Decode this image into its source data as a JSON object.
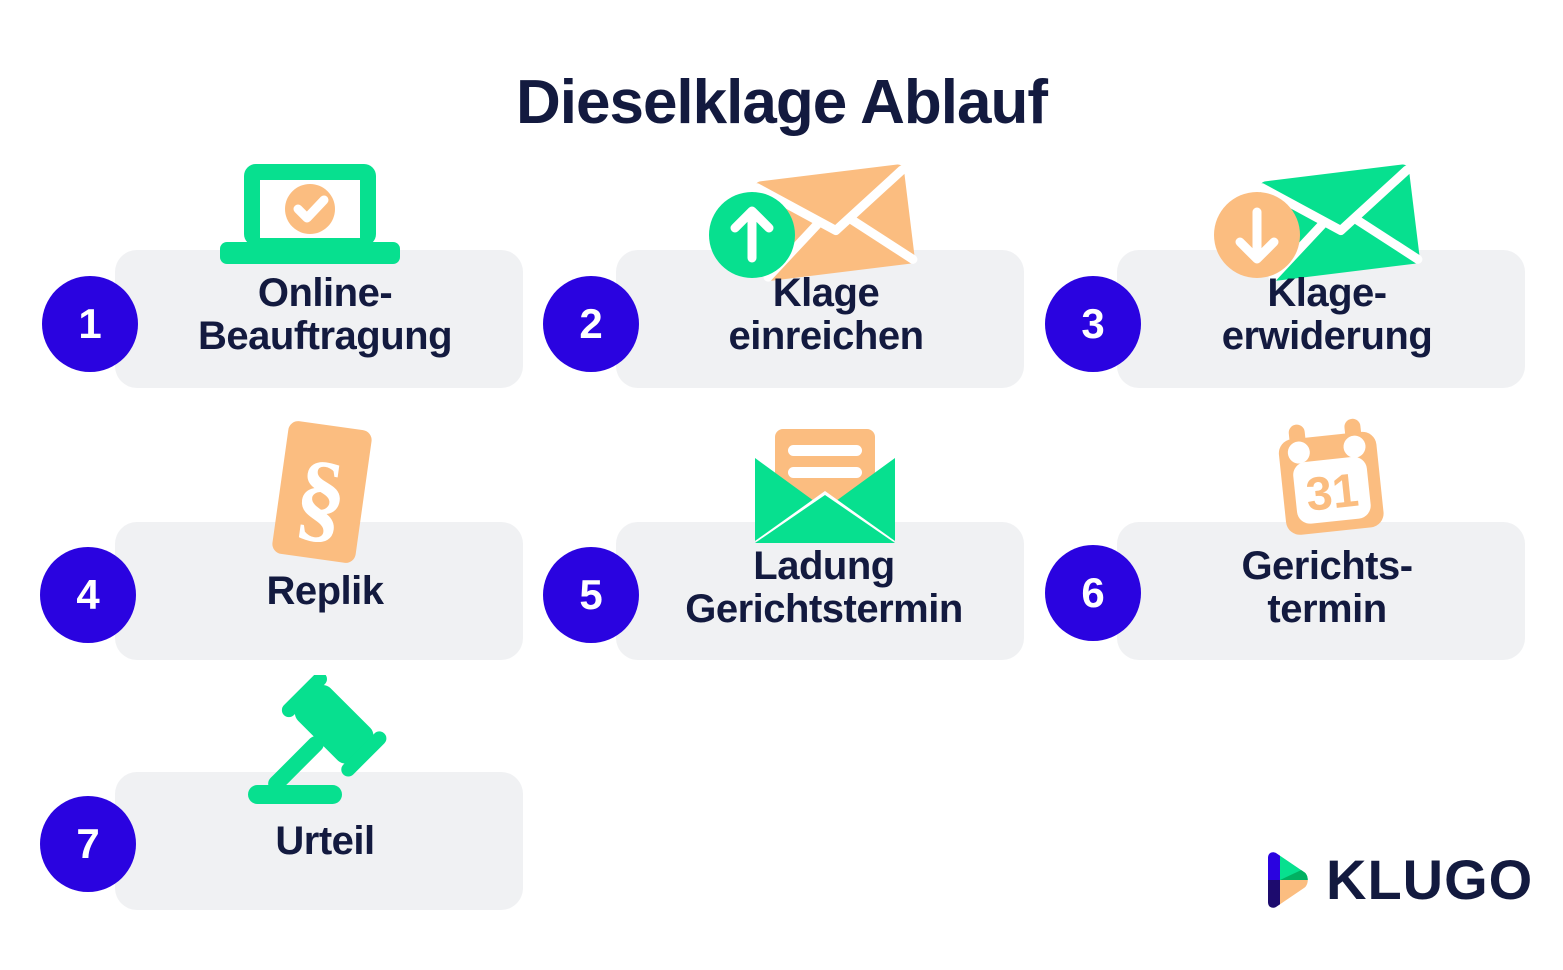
{
  "page": {
    "title": "Dieselklage Ablauf",
    "background_color": "#ffffff"
  },
  "theme": {
    "navy": "#131a3f",
    "badge_blue": "#2a03e0",
    "card_gray": "#f0f1f3",
    "green": "#07e08f",
    "orange": "#fbbd80",
    "white": "#ffffff"
  },
  "steps": [
    {
      "number": "1",
      "label": "Online-\nBeauftragung",
      "icon": "laptop-check-icon"
    },
    {
      "number": "2",
      "label": "Klage\neinreichen",
      "icon": "envelope-upload-icon"
    },
    {
      "number": "3",
      "label": "Klage-\nerwiderung",
      "icon": "envelope-download-icon"
    },
    {
      "number": "4",
      "label": "Replik",
      "icon": "paragraph-document-icon"
    },
    {
      "number": "5",
      "label": "Ladung\nGerichtstermin",
      "icon": "open-envelope-letter-icon"
    },
    {
      "number": "6",
      "label": "Gerichts-\ntermin",
      "icon": "calendar-icon"
    },
    {
      "number": "7",
      "label": "Urteil",
      "icon": "gavel-icon"
    }
  ],
  "calendar": {
    "day": "31"
  },
  "logo": {
    "wordmark": "KLUGO",
    "mark": "play-triangle-icon",
    "mark_colors": [
      "#2a03e0",
      "#07e08f",
      "#1d0b6e",
      "#fbbd80"
    ]
  }
}
